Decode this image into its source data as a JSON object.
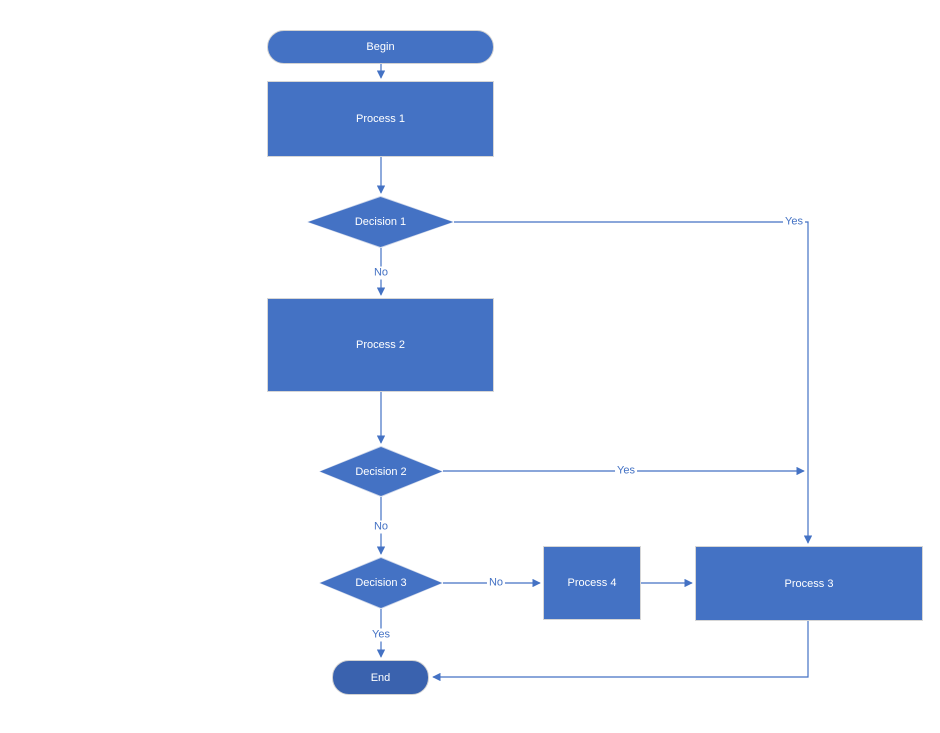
{
  "diagram": {
    "type": "flowchart",
    "colors": {
      "shape_fill": "#4472c4",
      "end_shape_fill": "#3a62ae",
      "shape_border": "#d6d6d6",
      "connector": "#4472c4",
      "edge_label_text": "#4472c4",
      "shape_text": "#ffffff",
      "background": "#ffffff"
    },
    "nodes": [
      {
        "id": "begin",
        "type": "terminator",
        "label": "Begin"
      },
      {
        "id": "process1",
        "type": "process",
        "label": "Process 1"
      },
      {
        "id": "decision1",
        "type": "decision",
        "label": "Decision 1"
      },
      {
        "id": "process2",
        "type": "process",
        "label": "Process 2"
      },
      {
        "id": "decision2",
        "type": "decision",
        "label": "Decision 2"
      },
      {
        "id": "decision3",
        "type": "decision",
        "label": "Decision 3"
      },
      {
        "id": "process4",
        "type": "process",
        "label": "Process 4"
      },
      {
        "id": "process3",
        "type": "process",
        "label": "Process 3"
      },
      {
        "id": "end",
        "type": "terminator",
        "label": "End"
      }
    ],
    "edges": [
      {
        "from": "Begin",
        "to": "Process 1",
        "label": ""
      },
      {
        "from": "Process 1",
        "to": "Decision 1",
        "label": ""
      },
      {
        "from": "Decision 1",
        "to": "Process 2",
        "label": "No"
      },
      {
        "from": "Decision 1",
        "to": "Process 3",
        "label": "Yes"
      },
      {
        "from": "Process 2",
        "to": "Decision 2",
        "label": ""
      },
      {
        "from": "Decision 2",
        "to": "Process 3",
        "label": "Yes"
      },
      {
        "from": "Decision 2",
        "to": "Decision 3",
        "label": "No"
      },
      {
        "from": "Decision 3",
        "to": "Process 4",
        "label": "No"
      },
      {
        "from": "Process 4",
        "to": "Process 3",
        "label": ""
      },
      {
        "from": "Decision 3",
        "to": "End",
        "label": "Yes"
      },
      {
        "from": "Process 3",
        "to": "End",
        "label": ""
      }
    ]
  }
}
